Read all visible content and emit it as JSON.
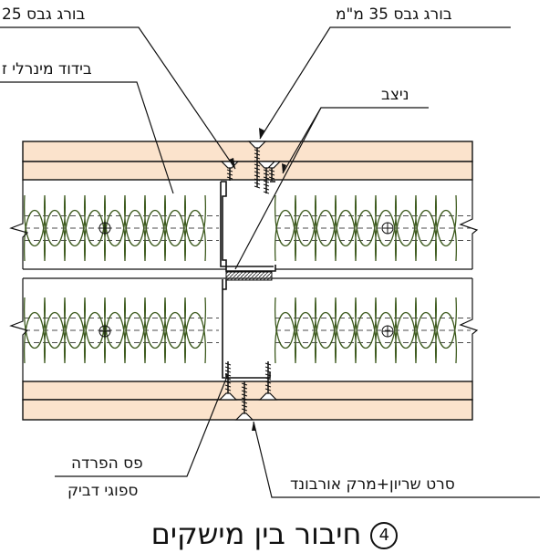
{
  "labels": {
    "screw_25": "בורג גבס 25",
    "screw_35": "בורג גבס 35 מ\"מ",
    "mineral_insulation": "בידוד מינרלי ז",
    "stud": "ניצב",
    "separation_strip_line1": "פס הפרדה",
    "separation_strip_line2": "ספוגי דביק",
    "reinforcement_tape": "סרט שריון+מרק אורבונד"
  },
  "title": {
    "number": "4",
    "text": "חיבור בין מישקים"
  },
  "colors": {
    "gypsum_board": "#fbe3cc",
    "insulation_stroke": "#3d5a1e",
    "line": "#111111"
  },
  "icons": [
    "screw-icon",
    "stud-profile",
    "insulation-wave"
  ]
}
